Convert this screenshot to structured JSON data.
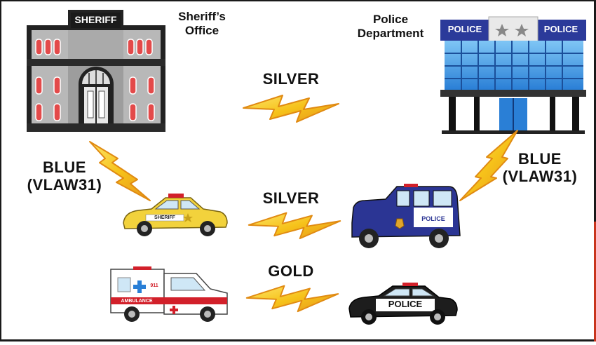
{
  "labels": {
    "sheriffs_office": "Sheriff’s\nOffice",
    "police_department": "Police\nDepartment",
    "link_top": "SILVER",
    "link_middle": "SILVER",
    "link_bottom": "GOLD",
    "link_left": "BLUE\n(VLAW31)",
    "link_right": "BLUE\n(VLAW31)"
  },
  "signs": {
    "sheriff_building": "SHERIFF",
    "police_building_left": "POLICE",
    "police_building_right": "POLICE",
    "sheriff_car": "SHERIFF",
    "police_suv": "POLICE",
    "police_car": "POLICE",
    "ambulance_side": "AMBULANCE",
    "ambulance_911": "911"
  },
  "colors": {
    "bolt_fill": "#f6c21a",
    "bolt_edge": "#e08a12",
    "sheriff_building": "#9a9a9a",
    "police_building": "#2a7fd6",
    "sheriff_car": "#f2d23c",
    "police_suv": "#2b3594",
    "police_car": "#1d1d1d",
    "ambulance": "#ffffff",
    "emergency_red": "#d2202a"
  }
}
